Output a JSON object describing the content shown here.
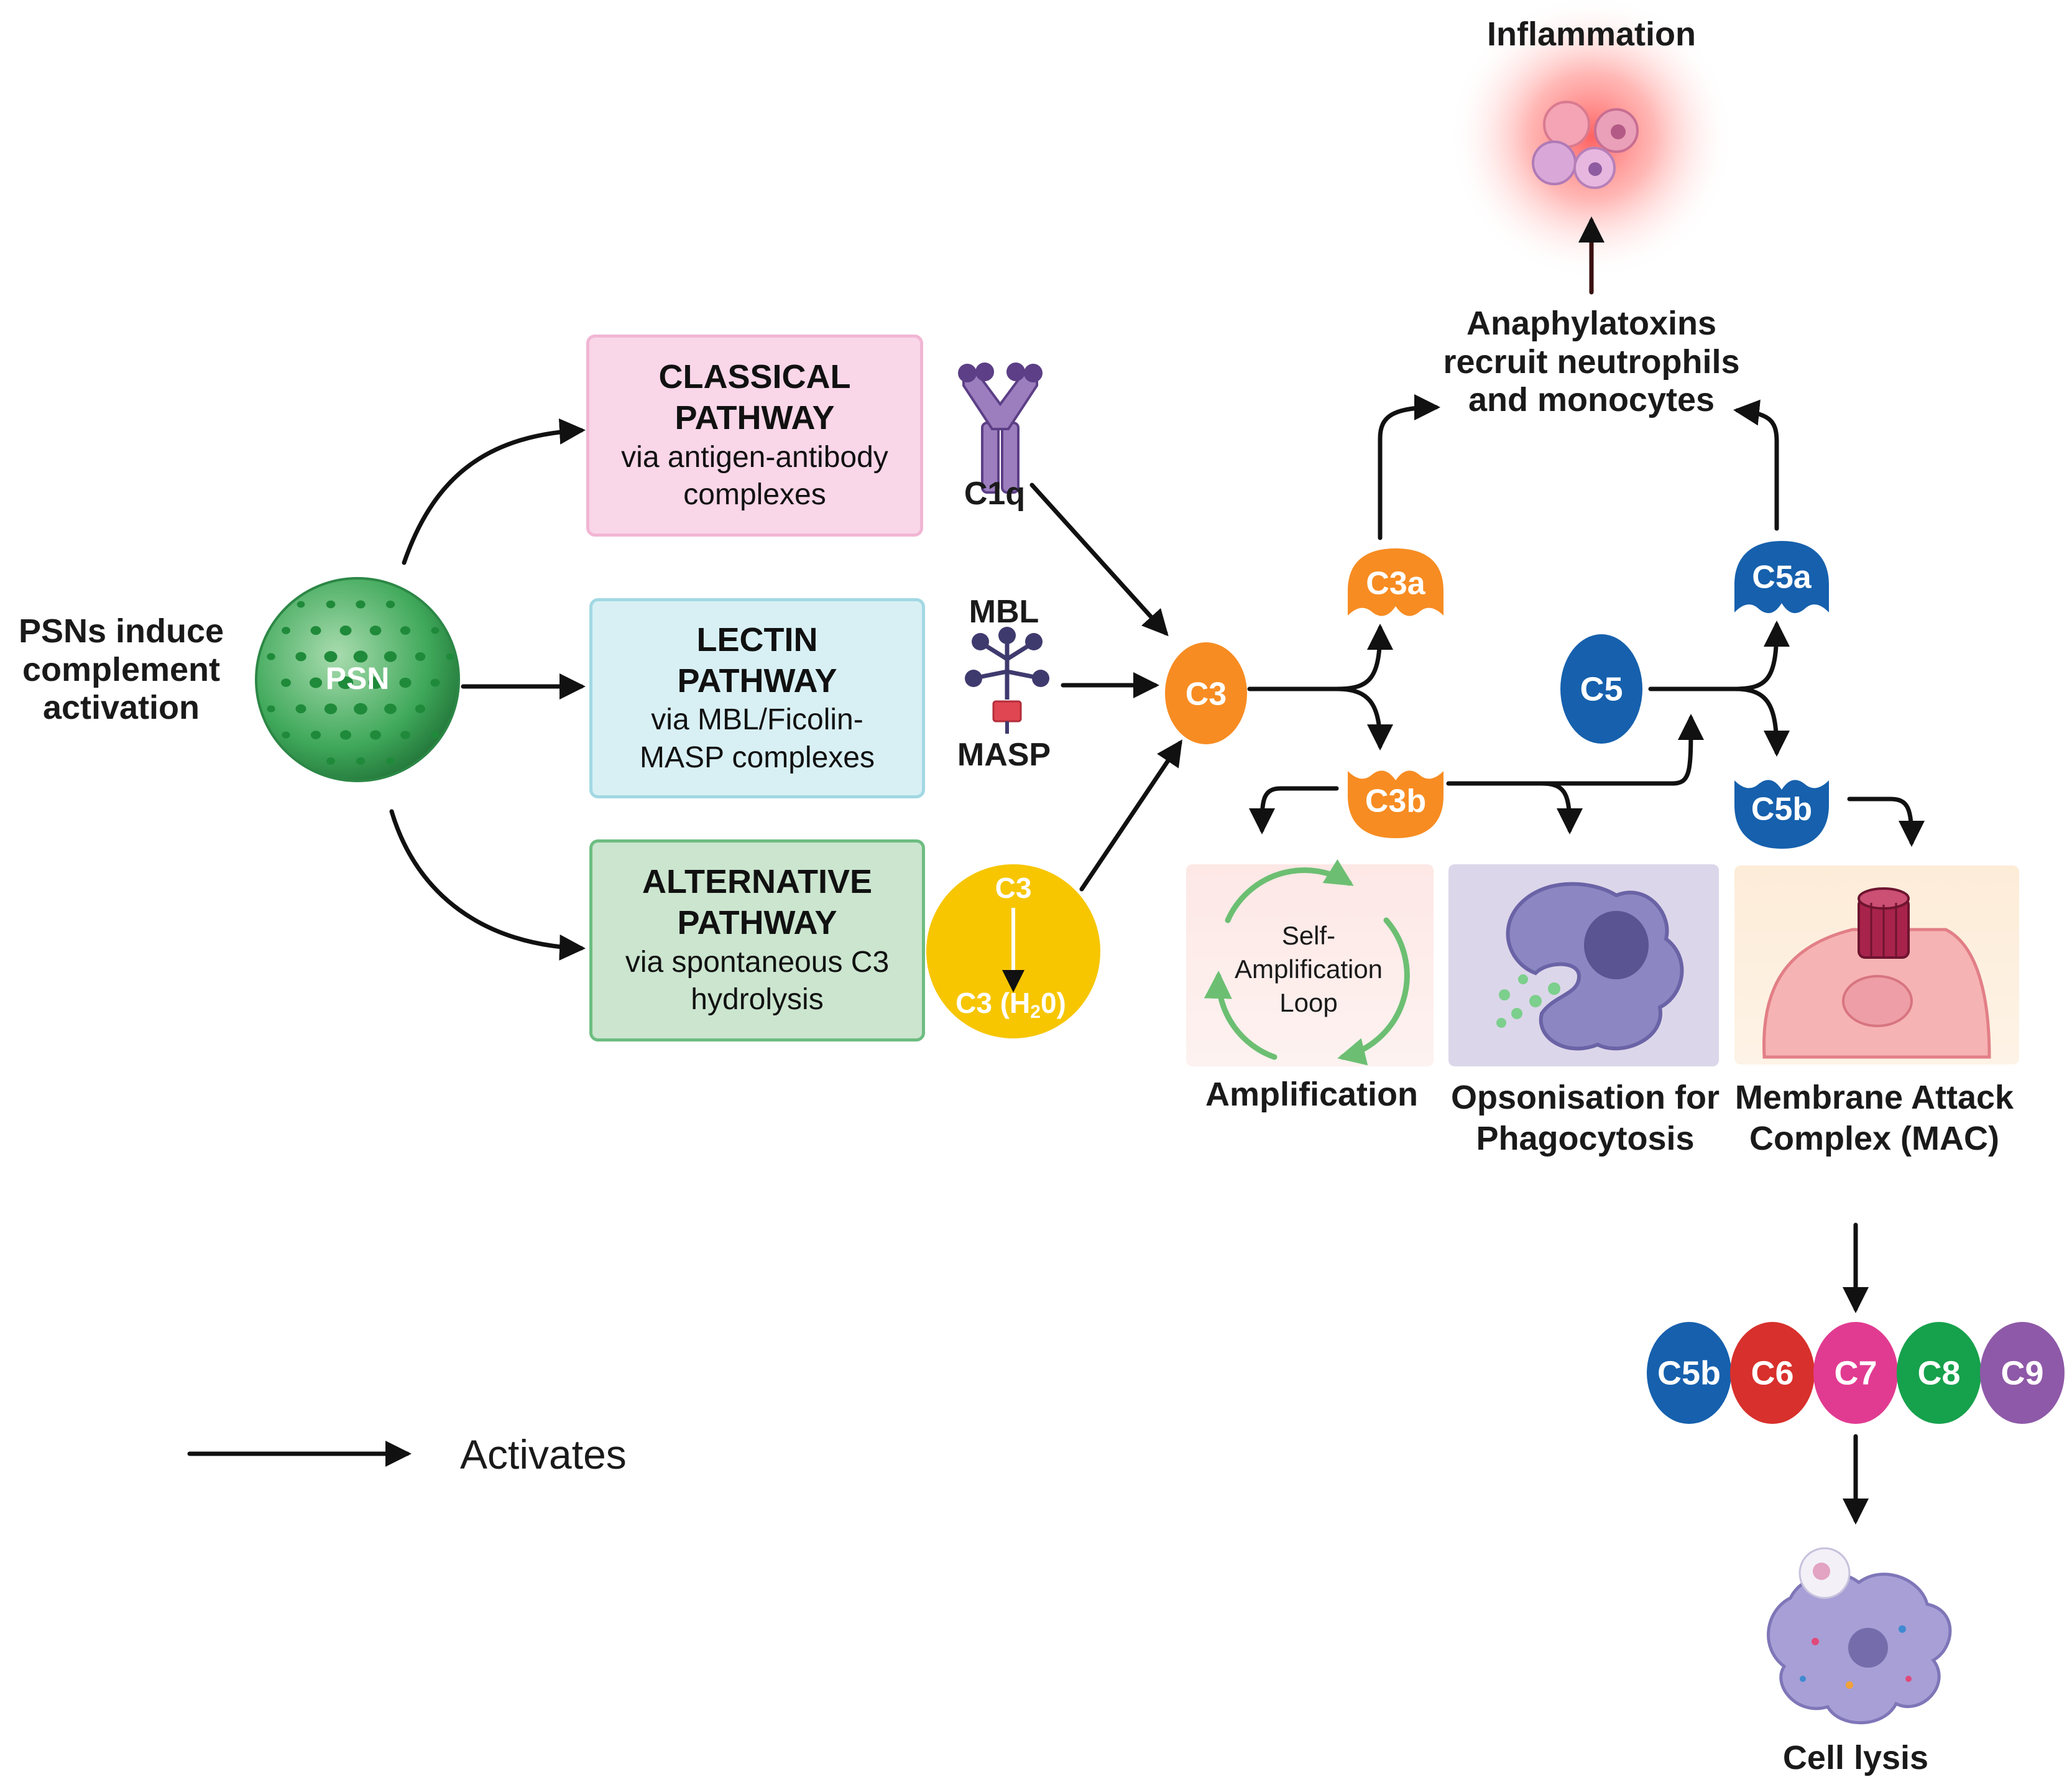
{
  "title": {
    "psn_induce": "PSNs induce complement activation",
    "inflammation": "Inflammation",
    "anaphylatoxins": "Anaphylatoxins recruit neutrophils and monocytes"
  },
  "psn": {
    "label": "PSN"
  },
  "pathways": {
    "classical": {
      "title": "CLASSICAL PATHWAY",
      "subtitle": "via antigen-antibody complexes"
    },
    "lectin": {
      "title": "LECTIN PATHWAY",
      "subtitle": "via MBL/Ficolin-MASP complexes"
    },
    "alternative": {
      "title": "ALTERNATIVE PATHWAY",
      "subtitle": "via spontaneous C3 hydrolysis"
    }
  },
  "molecules": {
    "c1q": "C1q",
    "mbl": "MBL",
    "masp": "MASP",
    "c3_small": "C3",
    "c3_h2o": "C3 (H",
    "h2o_sub": "2",
    "h2o_end": "0)",
    "c3": "C3",
    "c3a": "C3a",
    "c3b": "C3b",
    "c5": "C5",
    "c5a": "C5a",
    "c5b": "C5b"
  },
  "outcomes": {
    "self_amp": "Self- Amplification Loop",
    "amplification": "Amplification",
    "opsonisation": "Opsonisation for Phagocytosis",
    "mac": "Membrane Attack Complex (MAC)",
    "cell_lysis": "Cell lysis"
  },
  "mac_chain": [
    {
      "label": "C5b",
      "color": "#1660ad"
    },
    {
      "label": "C6",
      "color": "#d8302c"
    },
    {
      "label": "C7",
      "color": "#e13b91"
    },
    {
      "label": "C8",
      "color": "#16a14c"
    },
    {
      "label": "C9",
      "color": "#8e59a8"
    }
  ],
  "legend": {
    "activates": "Activates"
  },
  "colors": {
    "orange": "#f78c22",
    "blue": "#1660ad",
    "yellow": "#f7c600",
    "psn_green": "#3fa85a",
    "classical_fill": "#f9d6e8",
    "classical_border": "#f1b6d4",
    "lectin_fill": "#d8f0f4",
    "lectin_border": "#a2d8e3",
    "alt_fill": "#cbe5cf",
    "alt_border": "#6dbd80"
  }
}
